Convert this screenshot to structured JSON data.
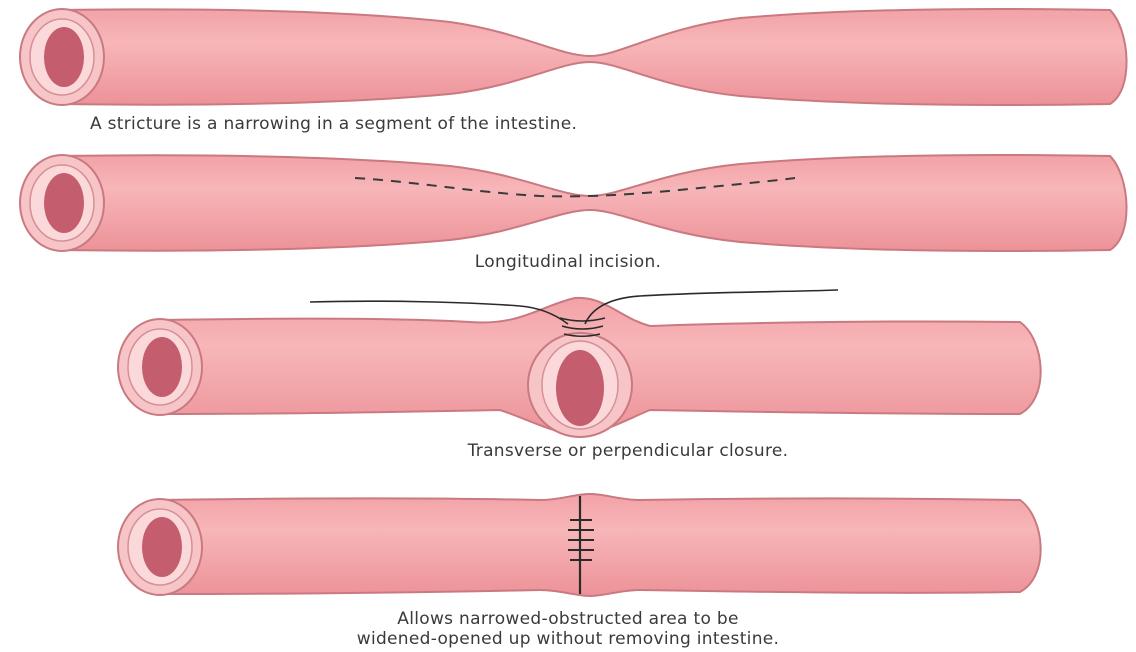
{
  "captions": {
    "stricture": "A stricture is a narrowing in a segment of the intestine.",
    "incision": "Longitudinal incision.",
    "closure": "Transverse or perpendicular closure.",
    "result_line1": "Allows narrowed-obstructed area to be",
    "result_line2": "widened-opened up without removing intestine."
  },
  "colors": {
    "tissue": "#f4a7ab",
    "tissue_outline": "#c97a80",
    "lumen_rim": "#fbd3d5",
    "lumen": "#c45d6e",
    "suture": "#2a2a2a"
  },
  "icons": {
    "intestine": "tube-shape",
    "suture": "stitch-lines"
  }
}
